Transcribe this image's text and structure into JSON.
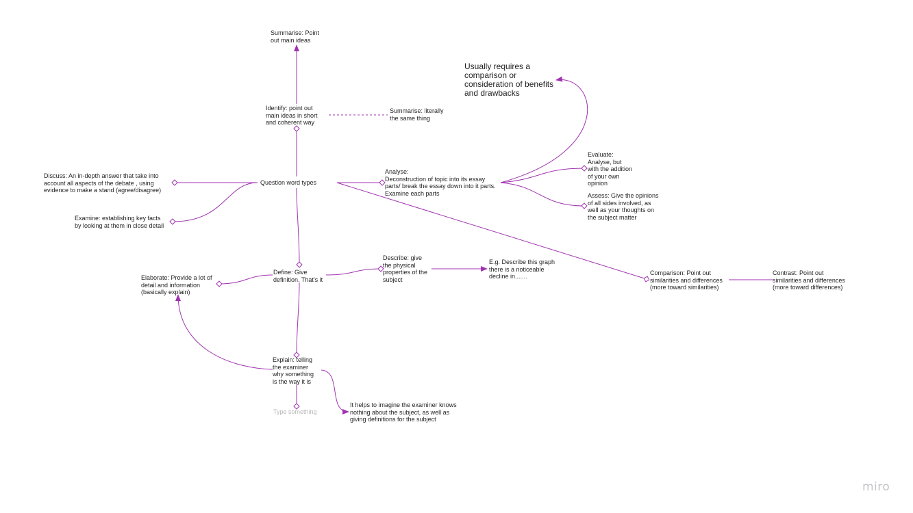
{
  "board": {
    "accent": "#a033b0",
    "brand": "miro"
  },
  "nodes": {
    "summarise_point": "Summarise: Point\nout main ideas",
    "usually_requires": "Usually requires a\ncomparison or\nconsideration of benefits\nand drawbacks",
    "identify": "Identify: point out\nmain ideas in short\nand coherent way",
    "summarise_literally": "Summarise: literally\nthe same thing",
    "evaluate": "Evaluate:\nAnalyse, but\nwith the addition\nof your own\nopinion",
    "discuss": "Discuss: An in-depth answer that take into\naccount all aspects of the debate , using\nevidence to make a stand (agree/disagree)",
    "question_word_types": "Question word types",
    "analyse": "Analyse:\nDeconstruction of topic into its essay\nparts/ break the essay down into it parts.\nExamine each parts",
    "assess": "Assess: Give the opinions\nof all sides involved, as\nwell as your thoughts on\nthe subject matter",
    "examine": "Examine: establishing key facts\nby looking at them in close detail",
    "describe": "Describe: give\nthe physical\nproperties of the\nsubject",
    "eg_describe": "E.g. Describe this graph\nthere is a noticeable\ndecline in.......",
    "comparison": "Comparison: Point out\nsimilarities and differences\n(more toward similarities)",
    "contrast": "Contrast: Point out\nsimilarities and differences\n(more toward differences)",
    "elaborate": "Elaborate: Provide a lot of\ndetail and information\n(basically explain)",
    "define": "Define: Give\ndefinition. That's it",
    "explain": "Explain: telling\nthe examiner\nwhy something\nis the way it is",
    "type_something": "Type something",
    "it_helps": "It helps to imagine the examiner knows\nnothing about the subject, as well as\ngiving definitions for the subject"
  }
}
